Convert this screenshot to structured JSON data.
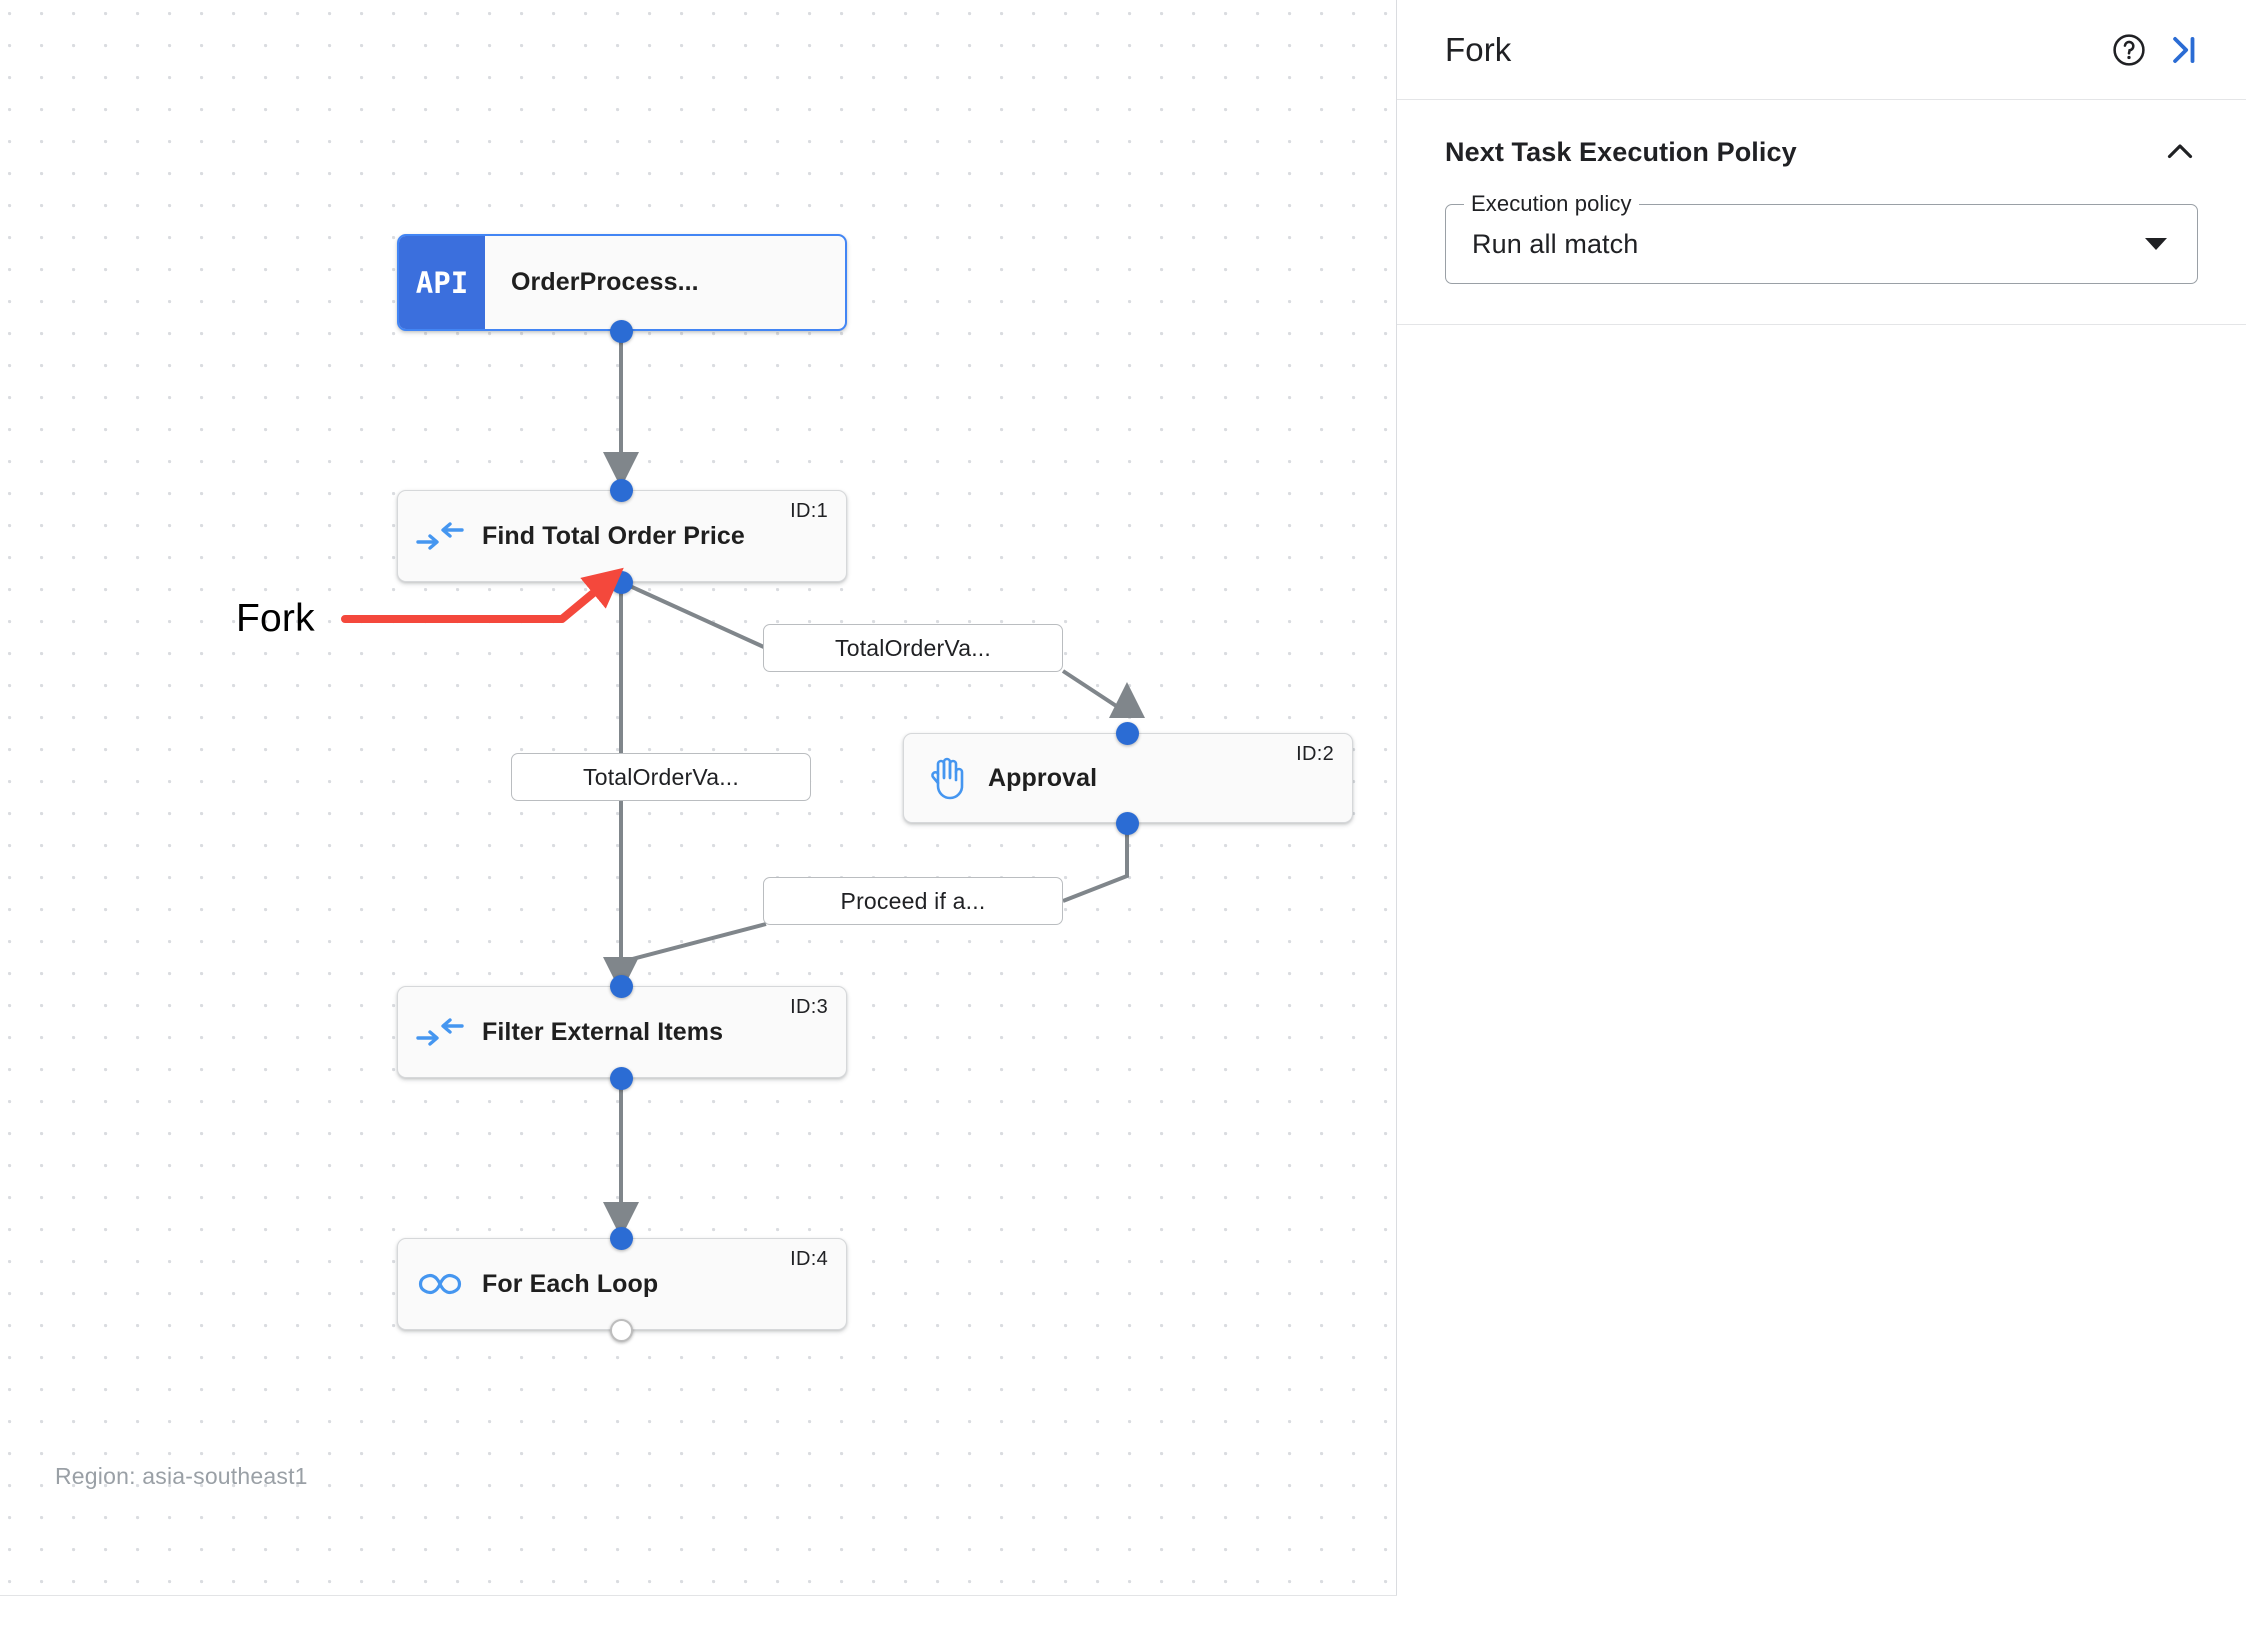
{
  "canvas": {
    "region_label": "Region: asia-southeast1",
    "annotation": {
      "label": "Fork",
      "color": "#f4483c"
    },
    "nodes": [
      {
        "name": "api-trigger",
        "label": "OrderProcess...",
        "badge": "API",
        "icon": "api-badge-icon",
        "id_label": "",
        "selected": true
      },
      {
        "name": "find-total-order-price",
        "label": "Find Total Order Price",
        "icon": "merge-arrows-icon",
        "id_label": "ID:1",
        "selected": false
      },
      {
        "name": "approval",
        "label": "Approval",
        "icon": "hand-icon",
        "id_label": "ID:2",
        "selected": false
      },
      {
        "name": "filter-external-items",
        "label": "Filter External Items",
        "icon": "merge-arrows-icon",
        "id_label": "ID:3",
        "selected": false
      },
      {
        "name": "for-each-loop",
        "label": "For Each Loop",
        "icon": "infinity-icon",
        "id_label": "ID:4",
        "selected": false
      }
    ],
    "edge_labels": [
      {
        "name": "edge-label-to-approval",
        "text": "TotalOrderVa..."
      },
      {
        "name": "edge-label-to-filter",
        "text": "TotalOrderVa..."
      },
      {
        "name": "edge-label-proceed",
        "text": "Proceed if a..."
      }
    ]
  },
  "panel": {
    "title": "Fork",
    "help_icon": "help-circle-icon",
    "collapse_icon": "collapse-right-icon",
    "section": {
      "title": "Next Task Execution Policy",
      "collapse_icon": "chevron-up-icon",
      "field": {
        "label": "Execution policy",
        "value": "Run all match",
        "caret_icon": "caret-down-icon"
      }
    }
  },
  "colors": {
    "accent_blue": "#2b6cd4",
    "selected_border": "#4285f4",
    "annotation_red": "#f4483c",
    "edge_gray": "#80868b"
  }
}
